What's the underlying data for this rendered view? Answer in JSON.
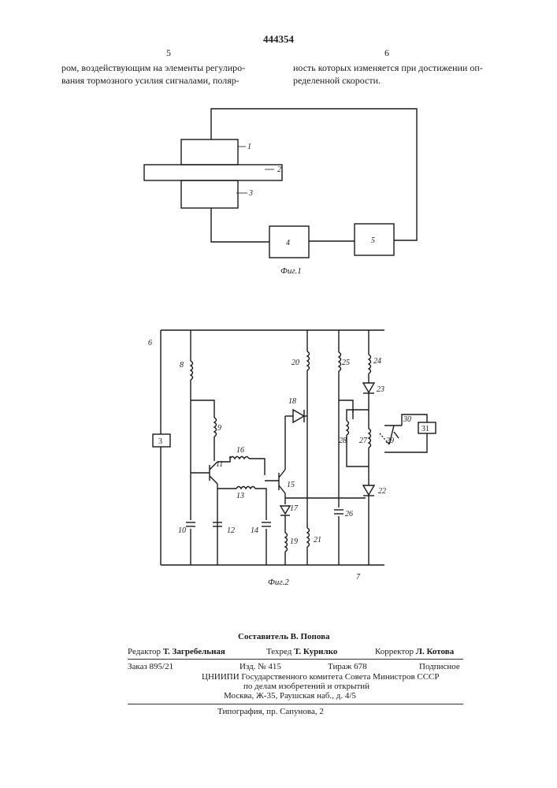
{
  "header": {
    "patent_number": "444354",
    "col_left_number": "5",
    "col_right_number": "6"
  },
  "text": {
    "left_lines": [
      "ром, воздействующим на элементы регулиро-",
      "вания тормозного усилия сигналами, поляр-"
    ],
    "right_lines": [
      "ность которых изменяется при достижении оп-",
      "ределенной скорости."
    ]
  },
  "fig1": {
    "caption": "Фиг.1",
    "labels": [
      "1",
      "2",
      "3",
      "4",
      "5"
    ]
  },
  "fig2": {
    "caption": "Фиг.2",
    "block_3": "3",
    "block_31": "31",
    "labels": [
      "6",
      "7",
      "8",
      "9",
      "10",
      "11",
      "12",
      "13",
      "14",
      "15",
      "16",
      "17",
      "18",
      "19",
      "20",
      "21",
      "22",
      "23",
      "24",
      "25",
      "26",
      "27",
      "28",
      "29",
      "30"
    ]
  },
  "credits": {
    "compiler": "Составитель В. Попова",
    "editor_label": "Редактор",
    "editor": "Т. Загребельная",
    "techred_label": "Техред",
    "techred": "Т. Курилко",
    "corrector_label": "Корректор",
    "corrector": "Л. Котова",
    "order": "Заказ 895/21",
    "edition": "Изд. № 415",
    "circulation": "Тираж 678",
    "subscription": "Подписное",
    "org1": "ЦНИИПИ Государственного комитета Совета Министров СССР",
    "org2": "по делам изобретений и открытий",
    "address": "Москва, Ж-35, Раушская наб., д. 4/5",
    "printer": "Типография, пр. Сапунова, 2"
  }
}
